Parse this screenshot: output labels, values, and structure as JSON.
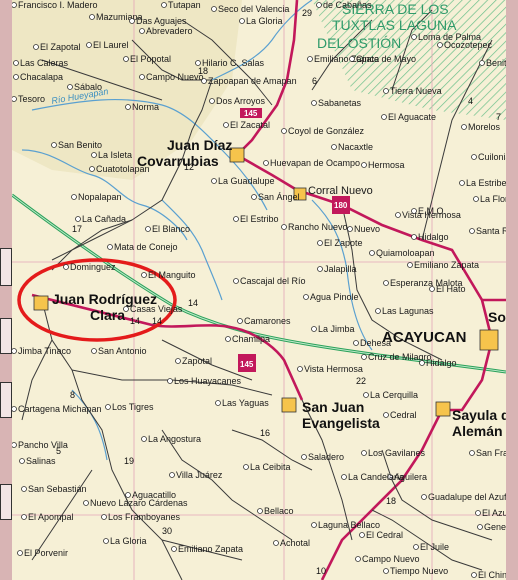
{
  "map": {
    "park_label": [
      "SIERRA DE LOS",
      "TUXTLAS LAGUNA",
      "DEL OSTIÓN"
    ],
    "city_labels": {
      "juan_rodriguez_clara": [
        "Juan Rodríguez",
        "Clara"
      ],
      "acayucan": "ACAYUCAN",
      "juan_diaz_covarrubias": [
        "Juan Díaz",
        "Covarrubias"
      ],
      "san_juan_evangelista": [
        "San Juan",
        "Evangelista"
      ],
      "sayula": [
        "Sayula d",
        "Alemán"
      ],
      "corral_nuevo": "Corral Nuevo",
      "so": "So"
    },
    "place_labels": [
      "Francisco I. Madero",
      "Tutapan",
      "Seco del Valencia",
      "Mazumiapa",
      "Das Aguajes",
      "Abrevadero",
      "La Gloria",
      "de Cabañas",
      "El Zapotal",
      "El Laurel",
      "El Popotal",
      "Hilario C. Salas",
      "Zapoapan de Amapan",
      "Emiliano Zapata",
      "Cinco de Mayo",
      "Loma de Palma",
      "Ocozotepec",
      "Benito Juárez",
      "Las Caleras",
      "Chacalapa",
      "Sábalo",
      "Campo Nuevo",
      "Sabanetas",
      "Tierra Nueva",
      "El Aguacate",
      "Tesoro",
      "Norma",
      "Dos Arroyos",
      "El Zacatal",
      "Coyol de González",
      "Morelos",
      "San Benito",
      "La Isleta",
      "Huevapan de Ocampo",
      "Nacaxtle",
      "Cuatotolapan",
      "Cuilonia Viejo",
      "La Guadalupe",
      "Hermosa",
      "La Estribera",
      "San Ángel",
      "La Florida",
      "Nopalapan",
      "La Cañada",
      "El Blanco",
      "El Estribo",
      "Rancho Nuevo",
      "Nuevo",
      "Vista Hermosa",
      "Hidalgo",
      "Santa Rita",
      "E.M.O.",
      "Mata de Conejo",
      "El Zapote",
      "Quiamoloapan",
      "Dominguez",
      "El Manguito",
      "Jalapilla",
      "Emiliano Zapata",
      "Cascajal del Río",
      "Esperanza Malota",
      "El Hato",
      "Agua Pinole",
      "Casas Viejas",
      "Las Lagunas",
      "Camarones",
      "La Jimba",
      "Jimba Tinaco",
      "San Antonio",
      "Chamilpa",
      "Dehesa",
      "Cruz de Milagro",
      "Hidalgo",
      "Zapotal",
      "Vista Hermosa",
      "Los Huayacanes",
      "La Cerquilla",
      "Los Tigres",
      "Las Yaguas",
      "Cedral",
      "Cartagena Michapan",
      "La Angostura",
      "Pancho Villa",
      "Salinas",
      "Los Gavilanes",
      "San Francisco del Mora",
      "San Sebastián",
      "Villa Juárez",
      "La Ceibita",
      "Saladero",
      "Aguacatillo",
      "Nuevo Lázaro Cárdenas",
      "Los Framboyanes",
      "El Apompal",
      "Aguilera",
      "La Candelaria",
      "Laguna Bellaco",
      "Bellaco",
      "Guadalupe del Azufre",
      "El Azufre",
      "General Miguel Alemán",
      "El Porvenir",
      "La Gloria",
      "Emiliano Zapata",
      "Achotal",
      "El Cedral",
      "El Juile",
      "Campo Nuevo",
      "Tiempo Nuevo",
      "El Chinaco"
    ],
    "road_numbers": [
      "145",
      "180",
      "145",
      "14",
      "14",
      "22",
      "16",
      "17",
      "18",
      "12",
      "7",
      "6",
      "8",
      "5",
      "4",
      "19",
      "30",
      "10",
      "18",
      "29",
      "14"
    ],
    "river_label": "Río Hueyapan"
  }
}
